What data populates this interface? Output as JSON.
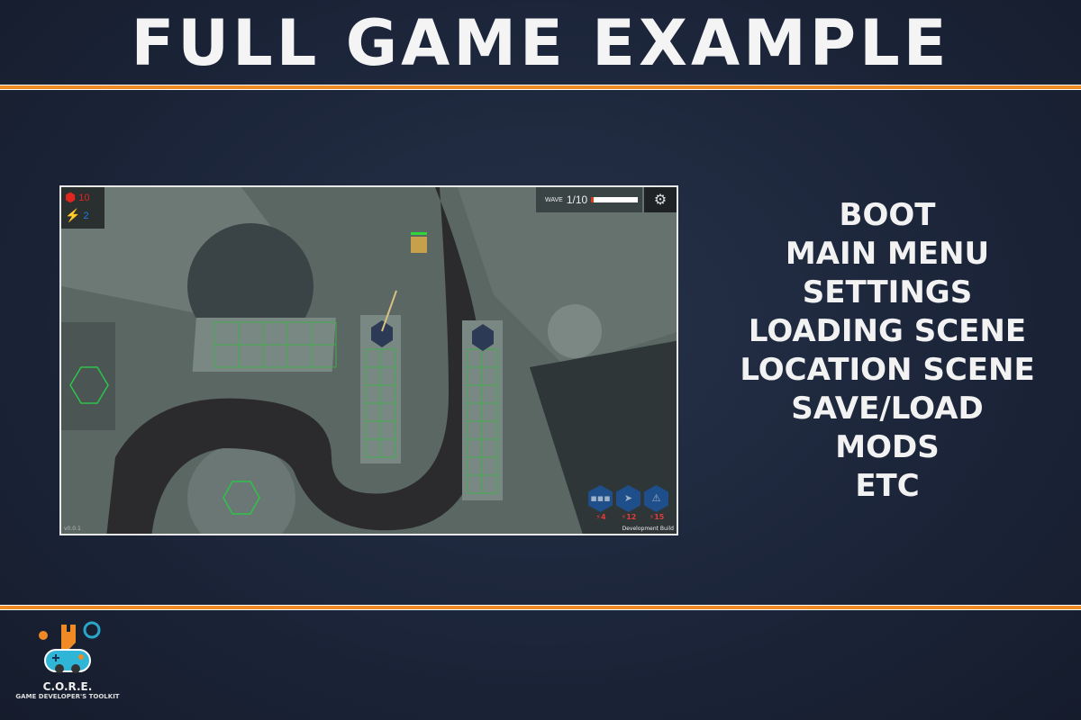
{
  "header": {
    "title": "FULL GAME EXAMPLE"
  },
  "accent_color": "#f08a24",
  "game": {
    "resources": [
      {
        "icon": "red-cube-icon",
        "value": "10",
        "color": "#e0261e"
      },
      {
        "icon": "lightning-icon",
        "value": "2",
        "color": "#1e7ae0"
      }
    ],
    "wave": {
      "label": "WAVE",
      "value": "1/10",
      "progress": 0.1
    },
    "settings_icon": "gear-icon",
    "version": "v0.0.1",
    "dev_build": "Development Build",
    "build_buttons": [
      {
        "icon": "triple-bullet-icon",
        "glyph": "▪▪▪",
        "cost": "4"
      },
      {
        "icon": "missile-icon",
        "glyph": "➤",
        "cost": "12"
      },
      {
        "icon": "tesla-icon",
        "glyph": "⚠",
        "cost": "15"
      }
    ]
  },
  "features": [
    "BOOT",
    "MAIN MENU",
    "SETTINGS",
    "LOADING SCENE",
    "LOCATION SCENE",
    "SAVE/LOAD",
    "MODS",
    "ETC"
  ],
  "logo": {
    "name": "C.O.R.E.",
    "subtitle": "GAME DEVELOPER'S TOOLKIT"
  }
}
